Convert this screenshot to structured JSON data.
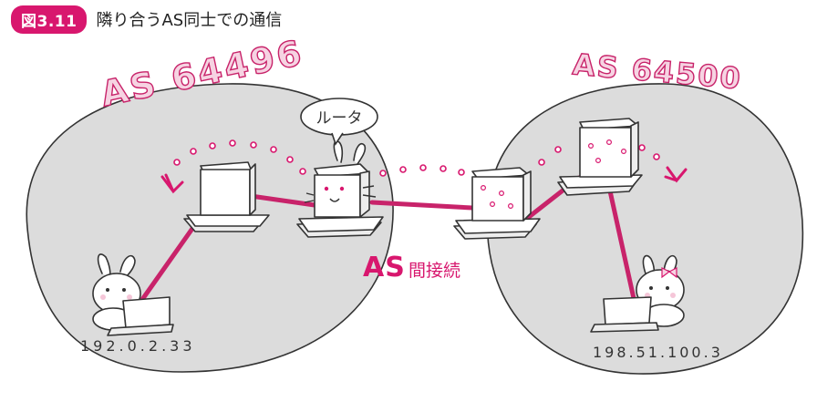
{
  "figure": {
    "badge": "図3.11",
    "caption": "隣り合うAS同士での通信"
  },
  "as_left": {
    "label": "AS 64496"
  },
  "as_right": {
    "label": "AS 64500"
  },
  "router_bubble": "ルータ",
  "connection": {
    "prefix": "AS",
    "suffix": "間接続"
  },
  "hosts": {
    "left_ip": "192.0.2.33",
    "right_ip": "198.51.100.3"
  },
  "colors": {
    "accent": "#d8176e",
    "cable": "#c8236a",
    "region": "#dcdcdc",
    "ink": "#333333"
  }
}
